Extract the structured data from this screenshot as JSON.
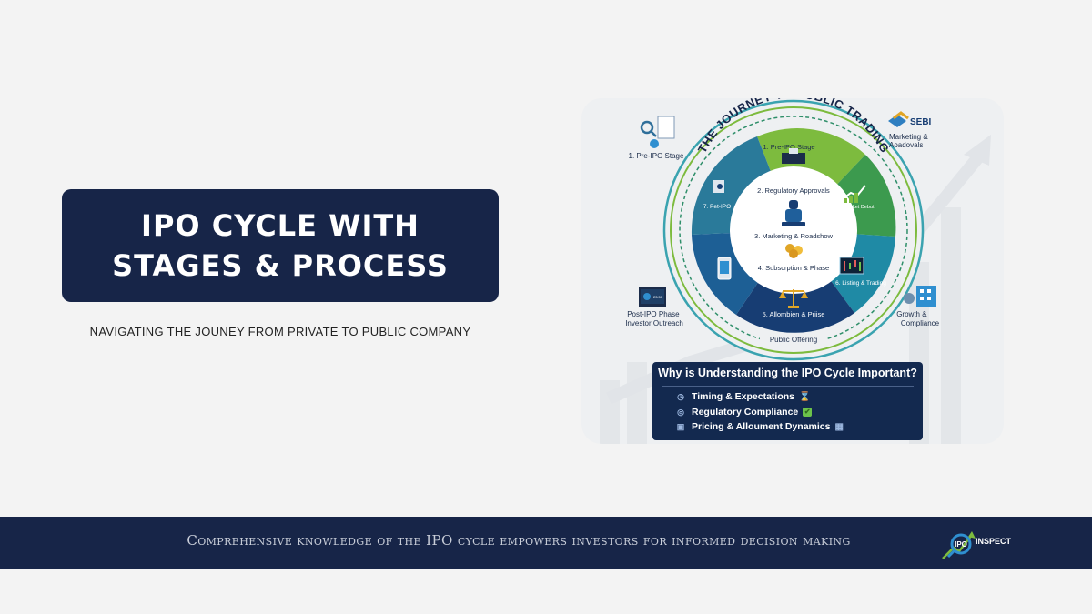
{
  "hero": {
    "title": "IPO CYCLE WITH\nSTAGES & PROCESS",
    "subtitle": "NAVIGATING THE JOUNEY FROM PRIVATE TO PUBLIC COMPANY"
  },
  "graphic": {
    "arc_title": "THE JOURNEY TO PUBLIC TRADING",
    "center_steps": [
      "2. Regulatory Approvals",
      "3. Marketing & Roadshow",
      "4. Subscrption & Phase"
    ],
    "segments": [
      "1. Pre-IPO Stage",
      "Market Debut",
      "6. Listing & Trading",
      "5. Allombien & Priise",
      "7. Pet-IPO"
    ],
    "ring_bottom": "Public Offering",
    "outer_labels": {
      "top_left": "1. Pre-IPO Stage",
      "top_right_brand": "SEBI",
      "top_right": "Marketing &\nAoadovals",
      "bottom_left_screen": "23.50",
      "bottom_left": "Post-IPO Phase\nInvestor Outreach",
      "bottom_right": "Growth &\nCompliance"
    },
    "importance": {
      "title": "Why is Understanding the IPO Cycle Important?",
      "items": [
        "Timing & Expectations",
        "Regulatory Compliance",
        "Pricing & Alloument Dynamics"
      ]
    }
  },
  "footer": {
    "text": "Comprehensive knowledge of the IPO cycle empowers investors for  informed decision making",
    "logo_text": "INSPECT",
    "logo_mark": "IPO"
  },
  "colors": {
    "navy": "#172548",
    "green": "#7dbb3e",
    "teal": "#1f9aa8",
    "blue": "#1d5f95",
    "dark_blue": "#173d73"
  }
}
